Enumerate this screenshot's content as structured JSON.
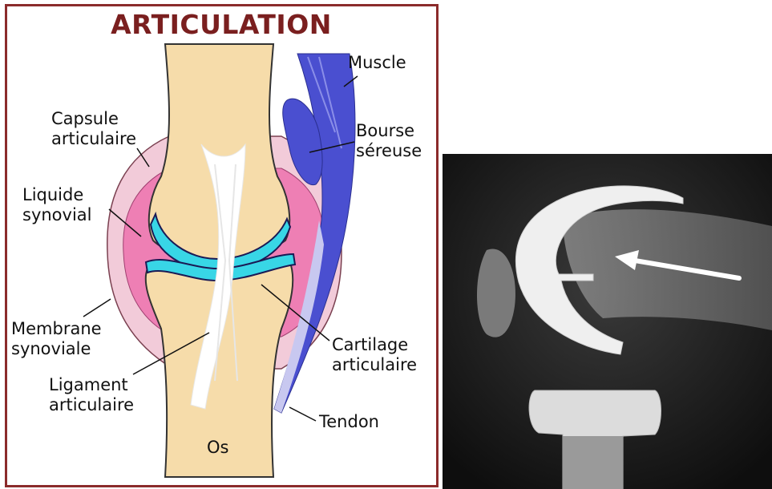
{
  "diagram": {
    "title": "ARTICULATION",
    "labels": {
      "capsule_l1": "Capsule",
      "capsule_l2": "articulaire",
      "liquide_l1": "Liquide",
      "liquide_l2": "synovial",
      "membrane_l1": "Membrane",
      "membrane_l2": "synoviale",
      "ligament_l1": "Ligament",
      "ligament_l2": "articulaire",
      "os": "Os",
      "muscle": "Muscle",
      "bourse_l1": "Bourse",
      "bourse_l2": "séreuse",
      "cartilage_l1": "Cartilage",
      "cartilage_l2": "articulaire",
      "tendon": "Tendon"
    },
    "colors": {
      "frame": "#8b2b2b",
      "bone": "#f6dcaa",
      "capsule": "#f2cbd9",
      "synovial": "#ee7fb4",
      "cartilage": "#38d6e6",
      "muscle": "#4a4fd0",
      "ligament": "#ffffff"
    }
  },
  "xray": {
    "arrow_color": "#ffffff",
    "background": "#1a1a1a"
  }
}
